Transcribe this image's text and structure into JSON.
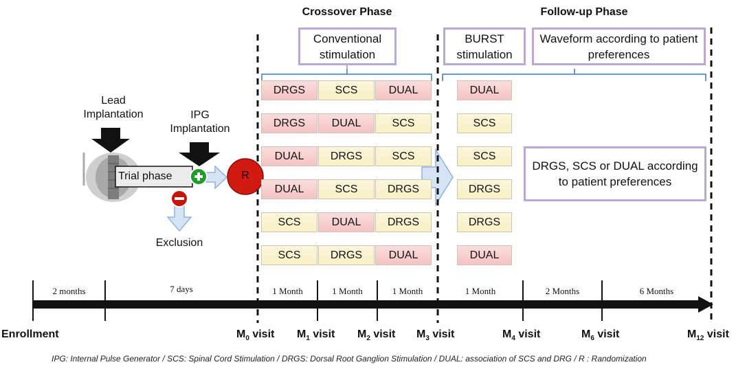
{
  "phases": {
    "crossover": "Crossover Phase",
    "followup": "Follow-up Phase"
  },
  "boxes": {
    "conventional": "Conventional stimulation",
    "burst": "BURST stimulation",
    "waveform": "Waveform according to patient preferences",
    "drgs_scs_dual": "DRGS, SCS or DUAL according to patient preferences"
  },
  "crossover_rows": [
    [
      "DRGS",
      "SCS",
      "DUAL"
    ],
    [
      "DRGS",
      "DUAL",
      "SCS"
    ],
    [
      "DUAL",
      "DRGS",
      "SCS"
    ],
    [
      "DUAL",
      "SCS",
      "DRGS"
    ],
    [
      "SCS",
      "DUAL",
      "DRGS"
    ],
    [
      "SCS",
      "DRGS",
      "DUAL"
    ]
  ],
  "followup_cells": [
    "DUAL",
    "SCS",
    "SCS",
    "DRGS",
    "DRGS",
    "DUAL"
  ],
  "left": {
    "lead_implantation": "Lead Implantation",
    "ipg_implantation": "IPG Implantation",
    "trial_phase": "Trial phase",
    "randomization": "R",
    "exclusion": "Exclusion"
  },
  "timeline": {
    "segments": [
      "2 months",
      "7 days",
      "1 Month",
      "1 Month",
      "1 Month",
      "1 Month",
      "2 Months",
      "6 Months"
    ],
    "enrollment": "Enrollment",
    "visits": [
      {
        "main": "M",
        "sub": "0",
        "rest": " visit"
      },
      {
        "main": "M",
        "sub": "1",
        "rest": " visit"
      },
      {
        "main": "M",
        "sub": "2",
        "rest": " visit"
      },
      {
        "main": "M",
        "sub": "3",
        "rest": " visit"
      },
      {
        "main": "M",
        "sub": "4",
        "rest": " visit"
      },
      {
        "main": "M",
        "sub": "6",
        "rest": " visit"
      },
      {
        "main": "M",
        "sub": "12",
        "rest": " visit"
      }
    ]
  },
  "colors": {
    "purple": "#b9a9d3",
    "pink": "#f4c3c3",
    "yellow": "#f8efc4",
    "arrow_blue": "#d5e3f4",
    "red": "#c8140c",
    "green": "#1f9d2a"
  },
  "footnote": "IPG: Internal Pulse Generator / SCS: Spinal Cord Stimulation / DRGS: Dorsal Root Ganglion Stimulation / DUAL: association of SCS and DRG / R : Randomization"
}
